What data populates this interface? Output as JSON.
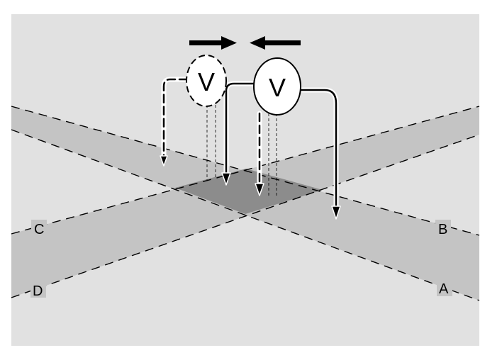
{
  "diagram": {
    "line_labels": {
      "a": "A",
      "b": "B",
      "c": "C",
      "d": "D"
    },
    "meters": [
      {
        "label": "V",
        "style": "dashed"
      },
      {
        "label": "V",
        "style": "solid"
      }
    ]
  },
  "colors": {
    "background": "#e1e1e1",
    "band": "#c4c4c4",
    "overlap": "#8c8c8c",
    "stroke": "#000000",
    "probe_outline": "#ffffff"
  }
}
